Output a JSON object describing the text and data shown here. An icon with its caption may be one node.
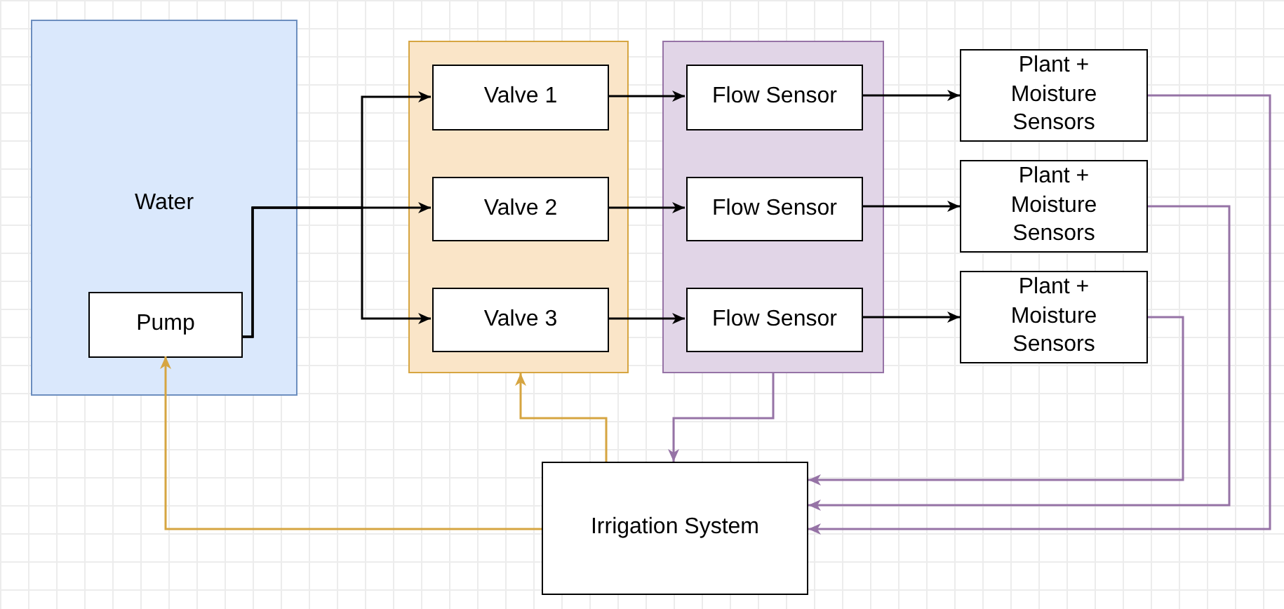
{
  "diagram": {
    "nodes": [
      {
        "text": [
          "Water"
        ]
      },
      {
        "text": [
          "Pump"
        ],
        "in": 0
      },
      {
        "text": [],
        "shape": "box"
      },
      {
        "text": [
          "Valve 1"
        ],
        "in": 2
      },
      {
        "text": [
          "Valve 2"
        ],
        "in": 2
      },
      {
        "text": [
          "Valve 3"
        ],
        "in": 2
      },
      {
        "text": [],
        "shape": "box"
      },
      {
        "text": [
          "Flow Sensor"
        ],
        "in": 6
      },
      {
        "text": [
          "Flow Sensor"
        ],
        "in": 6
      },
      {
        "text": [
          "Flow Sensor"
        ],
        "in": 6
      },
      {
        "text": [
          "Plant + Moisture Sensors"
        ]
      },
      {
        "text": [
          "Plant + Moisture Sensors"
        ]
      },
      {
        "text": [
          "Plant + Moisture Sensors"
        ]
      },
      {
        "text": [
          "Irrigation System"
        ]
      }
    ],
    "edges": [
      {
        "from": 1,
        "to": 3,
        "arrow": "to"
      },
      {
        "from": 1,
        "to": 4,
        "arrow": "to"
      },
      {
        "from": 1,
        "to": 5,
        "arrow": "to"
      },
      {
        "from": 3,
        "to": 7,
        "arrow": "to"
      },
      {
        "from": 4,
        "to": 8,
        "arrow": "to"
      },
      {
        "from": 5,
        "to": 9,
        "arrow": "to"
      },
      {
        "from": 7,
        "to": 10,
        "arrow": "to"
      },
      {
        "from": 8,
        "to": 11,
        "arrow": "to"
      },
      {
        "from": 9,
        "to": 12,
        "arrow": "to"
      },
      {
        "from": 10,
        "to": 13,
        "arrow": "to",
        "color": "#9673a6"
      },
      {
        "from": 11,
        "to": 13,
        "arrow": "to",
        "color": "#9673a6"
      },
      {
        "from": 12,
        "to": 13,
        "arrow": "to",
        "color": "#9673a6"
      },
      {
        "from": 6,
        "to": 13,
        "arrow": "to",
        "color": "#9673a6"
      },
      {
        "from": 13,
        "to": 2,
        "arrow": "to",
        "color": "#d6a541"
      },
      {
        "from": 13,
        "to": 1,
        "arrow": "to",
        "color": "#d6a541"
      }
    ]
  }
}
